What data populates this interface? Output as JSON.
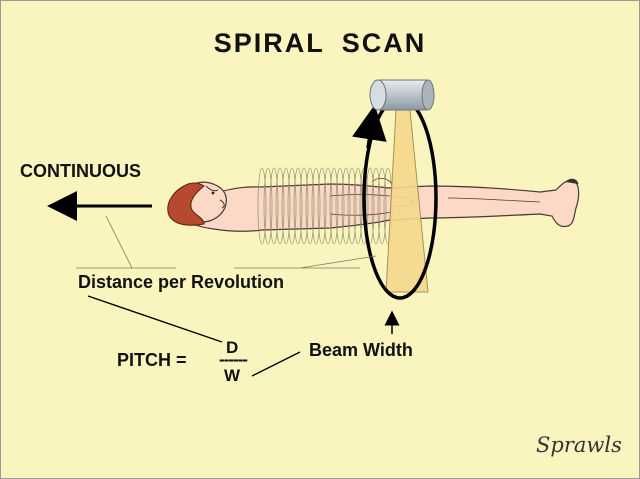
{
  "title": "SPIRAL  SCAN",
  "motion_label": "CONTINUOUS",
  "distance_label": "Distance per Revolution",
  "beam_label": "Beam Width",
  "formula": {
    "lhs": "PITCH =",
    "numerator": "D",
    "bar": "------",
    "denominator": "W"
  },
  "signature": "Sprawls",
  "colors": {
    "background": "#faf5bf",
    "skin": "#fbd9c6",
    "hair": "#b74a2e",
    "beam": "#f5d88c",
    "tube": "#b9c3c9"
  }
}
